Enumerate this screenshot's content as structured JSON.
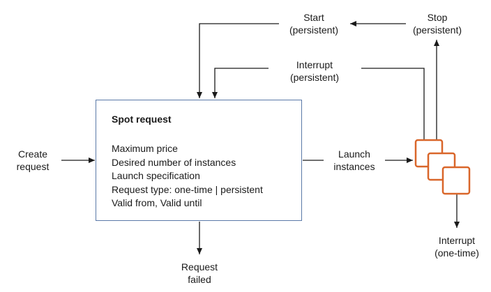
{
  "colors": {
    "box_border": "#5a79a8",
    "instance_border": "#d9662a",
    "arrow": "#1a1a1a"
  },
  "spot_request": {
    "title": "Spot request",
    "lines": [
      "Maximum price",
      "Desired number of instances",
      "Launch specification",
      "Request type: one-time | persistent",
      "Valid from, Valid until"
    ]
  },
  "labels": {
    "create": [
      "Create",
      "request"
    ],
    "request_failed": [
      "Request",
      "failed"
    ],
    "launch": [
      "Launch",
      "instances"
    ],
    "start": [
      "Start",
      "(persistent)"
    ],
    "stop": [
      "Stop",
      "(persistent)"
    ],
    "interrupt_persistent": [
      "Interrupt",
      "(persistent)"
    ],
    "interrupt_one_time": [
      "Interrupt",
      "(one-time)"
    ]
  },
  "icons": {
    "instances": "stacked-instances-icon"
  }
}
